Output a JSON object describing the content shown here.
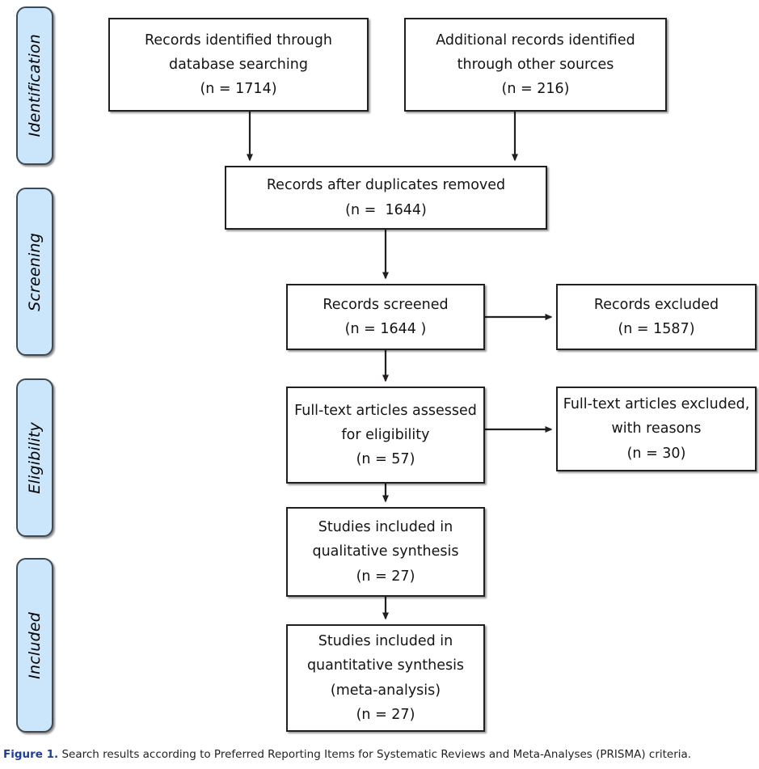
{
  "figure": {
    "caption_label": "Figure 1.",
    "caption_text": "Search results according to Preferred Reporting Items for Systematic Reviews and Meta-Analyses (PRISMA) criteria.",
    "caption_label_color": "#1f3f94",
    "caption_text_color": "#231f20"
  },
  "colors": {
    "stage_fill": "#cbe6fb",
    "stage_border": "#3d4a55",
    "box_fill": "#ffffff",
    "box_border": "#231f20",
    "connector": "#231f20"
  },
  "stages": [
    {
      "id": "identification",
      "label": "Identification"
    },
    {
      "id": "screening",
      "label": "Screening"
    },
    {
      "id": "eligibility",
      "label": "Eligibility"
    },
    {
      "id": "included",
      "label": "Included"
    }
  ],
  "boxes": {
    "db_search": {
      "line1": "Records identified through",
      "line2": "database searching",
      "line3": "(n = 1714)"
    },
    "other_sources": {
      "line1": "Additional records identified",
      "line2": "through other sources",
      "line3": "(n = 216)"
    },
    "dedup": {
      "line1": "Records after duplicates removed",
      "line2": "(n =  1644)"
    },
    "screened": {
      "line1": "Records screened",
      "line2": "(n = 1644 )"
    },
    "excluded": {
      "line1": "Records excluded",
      "line2": "(n = 1587)"
    },
    "fulltext": {
      "line1": "Full-text articles assessed",
      "line2": "for eligibility",
      "line3": "(n = 57)"
    },
    "ft_excluded": {
      "line1": "Full-text articles excluded,",
      "line2": "with reasons",
      "line3": "(n = 30)"
    },
    "qualitative": {
      "line1": "Studies included in",
      "line2": "qualitative synthesis",
      "line3": "(n = 27)"
    },
    "quantitative": {
      "line1": "Studies included in",
      "line2": "quantitative synthesis",
      "line3": "(meta-analysis)",
      "line4": "(n = 27)"
    }
  },
  "chart_data": {
    "type": "diagram",
    "diagram_type": "PRISMA flow diagram",
    "title": "Search results according to PRISMA criteria",
    "stages": [
      "Identification",
      "Screening",
      "Eligibility",
      "Included"
    ],
    "nodes": [
      {
        "id": "db_search",
        "stage": "Identification",
        "label": "Records identified through database searching",
        "n": 1714
      },
      {
        "id": "other_sources",
        "stage": "Identification",
        "label": "Additional records identified through other sources",
        "n": 216
      },
      {
        "id": "dedup",
        "stage": "Screening",
        "label": "Records after duplicates removed",
        "n": 1644
      },
      {
        "id": "screened",
        "stage": "Screening",
        "label": "Records screened",
        "n": 1644
      },
      {
        "id": "excluded",
        "stage": "Screening",
        "label": "Records excluded",
        "n": 1587
      },
      {
        "id": "fulltext",
        "stage": "Eligibility",
        "label": "Full-text articles assessed for eligibility",
        "n": 57
      },
      {
        "id": "ft_excluded",
        "stage": "Eligibility",
        "label": "Full-text articles excluded, with reasons",
        "n": 30
      },
      {
        "id": "qualitative",
        "stage": "Included",
        "label": "Studies included in qualitative synthesis",
        "n": 27
      },
      {
        "id": "quantitative",
        "stage": "Included",
        "label": "Studies included in quantitative synthesis (meta-analysis)",
        "n": 27
      }
    ],
    "edges": [
      {
        "from": "db_search",
        "to": "dedup",
        "direction": "down"
      },
      {
        "from": "other_sources",
        "to": "dedup",
        "direction": "down"
      },
      {
        "from": "dedup",
        "to": "screened",
        "direction": "down"
      },
      {
        "from": "screened",
        "to": "excluded",
        "direction": "right"
      },
      {
        "from": "screened",
        "to": "fulltext",
        "direction": "down"
      },
      {
        "from": "fulltext",
        "to": "ft_excluded",
        "direction": "right"
      },
      {
        "from": "fulltext",
        "to": "qualitative",
        "direction": "down"
      },
      {
        "from": "qualitative",
        "to": "quantitative",
        "direction": "down"
      }
    ]
  }
}
